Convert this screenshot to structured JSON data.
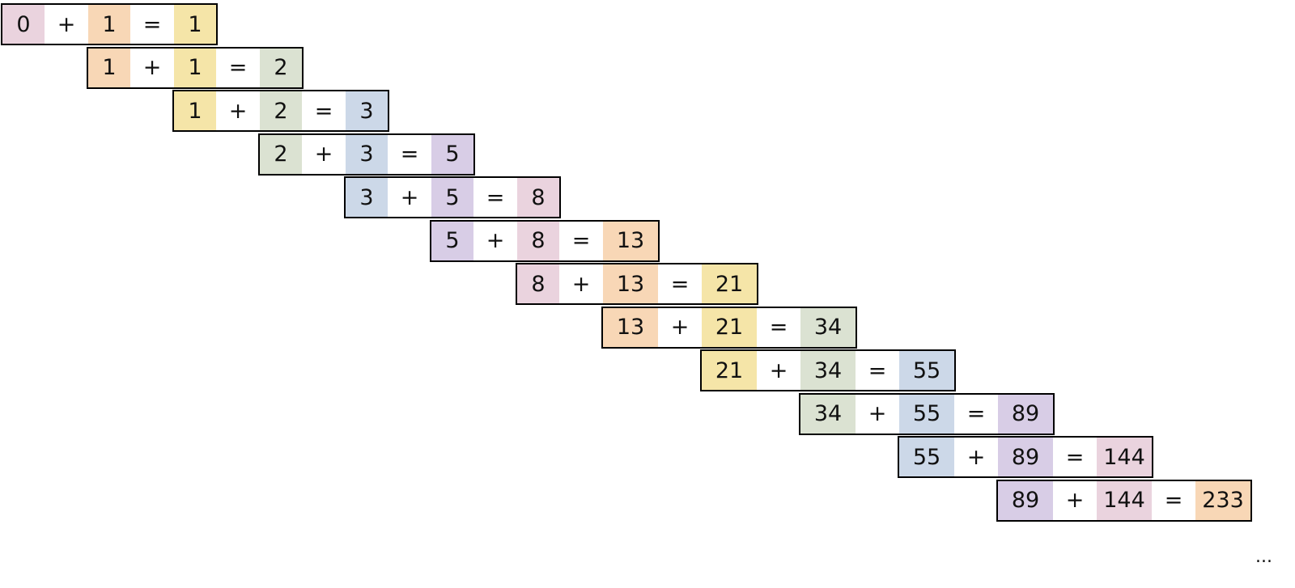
{
  "operators": {
    "plus": "+",
    "equals": "="
  },
  "equations": [
    {
      "a": "0",
      "b": "1",
      "sum": "1"
    },
    {
      "a": "1",
      "b": "1",
      "sum": "2"
    },
    {
      "a": "1",
      "b": "2",
      "sum": "3"
    },
    {
      "a": "2",
      "b": "3",
      "sum": "5"
    },
    {
      "a": "3",
      "b": "5",
      "sum": "8"
    },
    {
      "a": "5",
      "b": "8",
      "sum": "13"
    },
    {
      "a": "8",
      "b": "13",
      "sum": "21"
    },
    {
      "a": "13",
      "b": "21",
      "sum": "34"
    },
    {
      "a": "21",
      "b": "34",
      "sum": "55"
    },
    {
      "a": "34",
      "b": "55",
      "sum": "89"
    },
    {
      "a": "55",
      "b": "89",
      "sum": "144"
    },
    {
      "a": "89",
      "b": "144",
      "sum": "233"
    }
  ],
  "palette": [
    "#ead3de",
    "#f8d7b6",
    "#f5e5a8",
    "#dbe2d2",
    "#ccd8e8",
    "#d8cde6"
  ],
  "ellipsis": "..."
}
